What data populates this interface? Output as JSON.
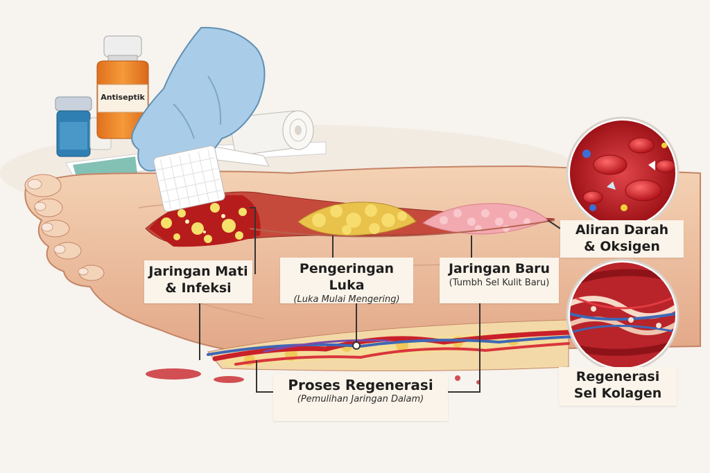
{
  "supplies": {
    "bottle_label": "Antiseptik"
  },
  "callouts": {
    "dead_tissue": {
      "title_line1": "Jaringan Mati",
      "title_line2": "& Infeksi"
    },
    "drying": {
      "title": "Pengeringan Luka",
      "subtitle": "(Luka Mulai Mengering)"
    },
    "new_tissue": {
      "title": "Jaringan Baru",
      "subtitle": "(Tumbh Sel Kulit Baru)"
    },
    "regeneration": {
      "title": "Proses Regenerasi",
      "subtitle": "(Pemulihan Jaringan Dalam)"
    },
    "blood_flow": {
      "title_line1": "Aliran Darah",
      "title_line2": "& Oksigen"
    },
    "collagen": {
      "title_line1": "Regenerasi",
      "title_line2": "Sel Kolagen"
    }
  },
  "colors": {
    "background": "#f7f3ee",
    "skin": "#f0c7a4",
    "glove": "#a9cde8",
    "artery": "#c9202a",
    "vein": "#3f67b5",
    "dead_tissue": "#b71c1c",
    "drying_tissue": "#e8c24a",
    "new_tissue": "#f3a9b0",
    "label_bg": "#fbf4ea"
  }
}
